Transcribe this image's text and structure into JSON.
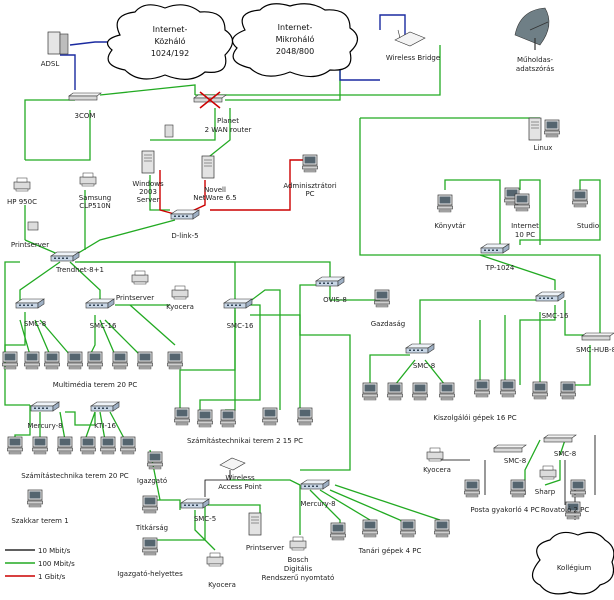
{
  "clouds": {
    "cloud1": [
      "Internet-",
      "Közháló",
      "1024/192"
    ],
    "cloud2": [
      "Internet-",
      "Mikroháló",
      "2048/800"
    ],
    "cloud3": [
      "Kollégium"
    ]
  },
  "nodes": {
    "adsl": "ADSL",
    "wireless_bridge": "Wireless Bridge",
    "sat": [
      "Műholdas-",
      "adatszórás"
    ],
    "com3": "3COM",
    "planet": [
      "Planet",
      "2 WAN router"
    ],
    "linux": "Linux",
    "win2003": [
      "Windows",
      "2003",
      "Server"
    ],
    "novell": [
      "Novell",
      "NetWare 6.5"
    ],
    "admin": [
      "Adminisztrátori",
      "PC"
    ],
    "hp": "HP 950C",
    "samsung": [
      "Samsung",
      "CLP510N"
    ],
    "dlink5": "D-link-5",
    "printserver_a": "Printserver",
    "trendnet": "Trendnet-8+1",
    "konyvtar": "Könyvtár",
    "internet10": [
      "Internet",
      "10 PC"
    ],
    "studio": "Studio",
    "tp1024": "TP-1024",
    "smc8_a": "SMC-8",
    "smc16_a": "SMC-16",
    "printserver_b": "Printserver",
    "kyocera_a": "Kyocera",
    "smc16_mid": "SMC-16",
    "ovis8": "OVIS-8",
    "gazdasag": "Gazdaság",
    "smc16_r": "SMC-16",
    "smc8_r": "SMC-8",
    "smchub8": "SMC-HUB-8",
    "multimedia": "Multimédia terem 20 PC",
    "mercury8_a": "Mercury-8",
    "kti16": "KTI-16",
    "szamitastechnika": "Számítástechnika terem 20 PC",
    "szamitastechnikai2": "Számítástechnikai terem 2 15 PC",
    "kiszolgalo": "Kiszolgálói gépek 16 PC",
    "kyocera_b": "Kyocera",
    "smc8_c": "SMC-8",
    "smc8_d": "SMC-8",
    "sharp": "Sharp",
    "posta": "Posta gyakorló 4 PC",
    "rovatolo": "Rovatoló 2 PC",
    "igazgato": "Igazgató",
    "titkarsag": "Titkárság",
    "smc5": "SMC-5",
    "wireless_ap": [
      "Wireless",
      "Access Point"
    ],
    "mercury8_b": "Mercury-8",
    "printserver_c": "Printserver",
    "igazgato_helyettes": "Igazgató-helyettes",
    "kyocera_c": "Kyocera",
    "bosch": [
      "Bosch",
      "Digitális",
      "Rendszerű nyomtató"
    ],
    "tanari": "Tanári gépek 4 PC",
    "szakkar": "Szakkar terem 1"
  },
  "legend": [
    {
      "label": "10 Mbit/s",
      "color": "#000000"
    },
    {
      "label": "100 Mbit/s",
      "color": "#22aa22"
    },
    {
      "label": "1 Gbit/s",
      "color": "#cc0000"
    }
  ],
  "colors": {
    "green": "#22aa22",
    "red": "#cc0000",
    "blue": "#1a2aa0",
    "black": "#000000"
  }
}
